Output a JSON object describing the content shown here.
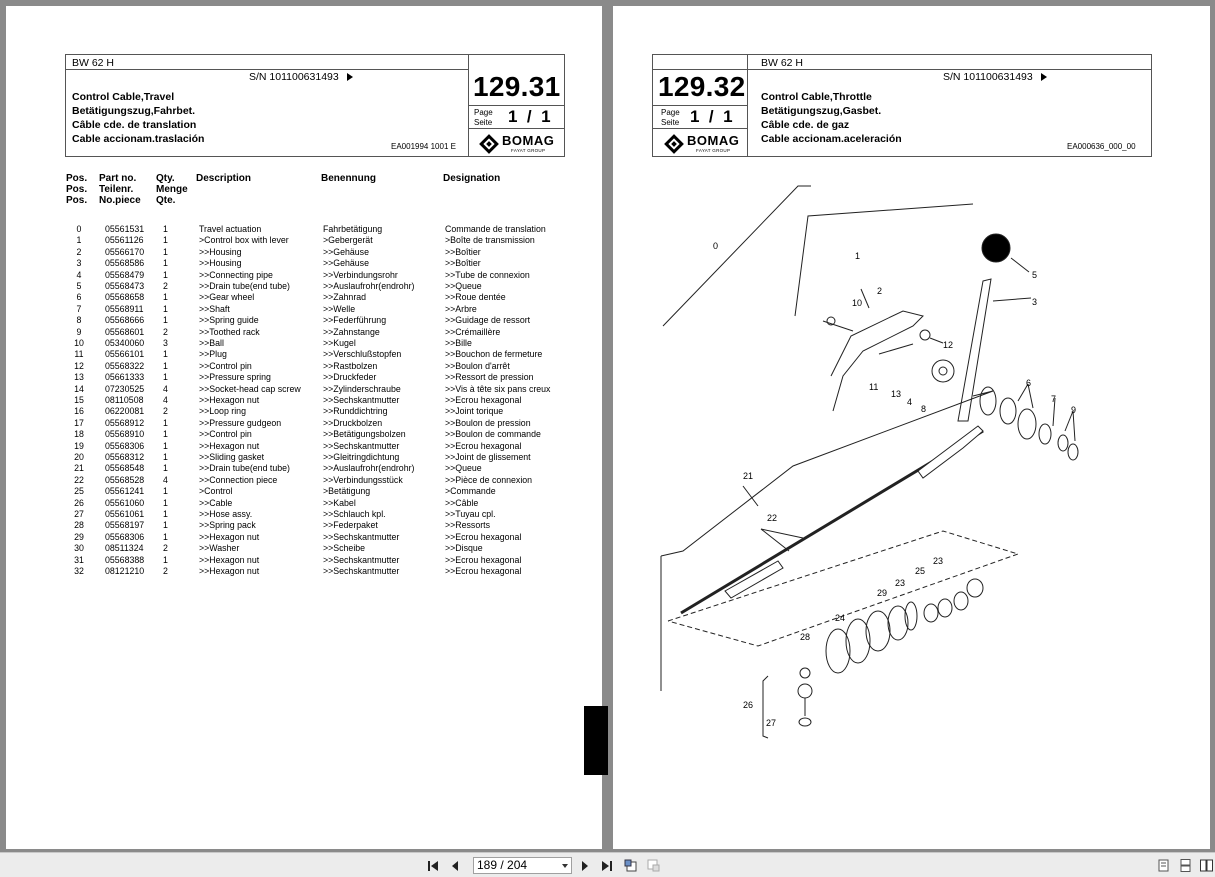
{
  "viewer": {
    "page_indicator": "189 / 204",
    "nav": {
      "first": "first-page",
      "prev": "previous-page",
      "next": "next-page",
      "last": "last-page"
    }
  },
  "left_page": {
    "model": "BW 62 H",
    "serial": "S/N 101100631493",
    "page_number": "129.31",
    "page_label_1": "Page",
    "page_label_2": "Seite",
    "page_of": "1  /  1",
    "titles": [
      "Control Cable,Travel",
      "Betätigungszug,Fahrbet.",
      "Câble cde. de translation",
      "Cable accionam.traslación"
    ],
    "ea_code": "EA001994 1001 E",
    "brand": "BOMAG",
    "brand_sub": "FAYAT GROUP",
    "columns": {
      "pos": [
        "Pos.",
        "Pos.",
        "Pos."
      ],
      "part": [
        "Part no.",
        "Teilenr.",
        "No.piece"
      ],
      "qty": [
        "Qty.",
        "Menge",
        "Qte."
      ],
      "description": "Description",
      "benennung": "Benennung",
      "designation": "Designation"
    },
    "rows": [
      [
        "0",
        "05561531",
        "1",
        "Travel actuation",
        "Fahrbetätigung",
        "Commande de translation"
      ],
      [
        "1",
        "05561126",
        "1",
        ">Control box with lever",
        ">Gebergerät",
        ">Boîte de transmission"
      ],
      [
        "2",
        "05566170",
        "1",
        ">>Housing",
        ">>Gehäuse",
        ">>Boîtier"
      ],
      [
        "3",
        "05568586",
        "1",
        ">>Housing",
        ">>Gehäuse",
        ">>Boîtier"
      ],
      [
        "4",
        "05568479",
        "1",
        ">>Connecting pipe",
        ">>Verbindungsrohr",
        ">>Tube de connexion"
      ],
      [
        "5",
        "05568473",
        "2",
        ">>Drain tube(end tube)",
        ">>Auslaufrohr(endrohr)",
        ">>Queue"
      ],
      [
        "6",
        "05568658",
        "1",
        ">>Gear wheel",
        ">>Zahnrad",
        ">>Roue dentée"
      ],
      [
        "7",
        "05568911",
        "1",
        ">>Shaft",
        ">>Welle",
        ">>Arbre"
      ],
      [
        "8",
        "05568666",
        "1",
        ">>Spring guide",
        ">>Federführung",
        ">>Guidage de ressort"
      ],
      [
        "9",
        "05568601",
        "2",
        ">>Toothed rack",
        ">>Zahnstange",
        ">>Crémaillère"
      ],
      [
        "10",
        "05340060",
        "3",
        ">>Ball",
        ">>Kugel",
        ">>Bille"
      ],
      [
        "11",
        "05566101",
        "1",
        ">>Plug",
        ">>Verschlußstopfen",
        ">>Bouchon de fermeture"
      ],
      [
        "12",
        "05568322",
        "1",
        ">>Control pin",
        ">>Rastbolzen",
        ">>Boulon d'arrêt"
      ],
      [
        "13",
        "05661333",
        "1",
        ">>Pressure spring",
        ">>Druckfeder",
        ">>Ressort de pression"
      ],
      [
        "14",
        "07230525",
        "4",
        ">>Socket-head cap screw",
        ">>Zylinderschraube",
        ">>Vis à tête six pans creux"
      ],
      [
        "15",
        "08110508",
        "4",
        ">>Hexagon nut",
        ">>Sechskantmutter",
        ">>Ecrou hexagonal"
      ],
      [
        "16",
        "06220081",
        "2",
        ">>Loop ring",
        ">>Runddichtring",
        ">>Joint torique"
      ],
      [
        "17",
        "05568912",
        "1",
        ">>Pressure gudgeon",
        ">>Druckbolzen",
        ">>Boulon de pression"
      ],
      [
        "18",
        "05568910",
        "1",
        ">>Control pin",
        ">>Betätigungsbolzen",
        ">>Boulon de commande"
      ],
      [
        "19",
        "05568306",
        "1",
        ">>Hexagon nut",
        ">>Sechskantmutter",
        ">>Ecrou hexagonal"
      ],
      [
        "20",
        "05568312",
        "1",
        ">>Sliding gasket",
        ">>Gleitringdichtung",
        ">>Joint de glissement"
      ],
      [
        "21",
        "05568548",
        "1",
        ">>Drain tube(end tube)",
        ">>Auslaufrohr(endrohr)",
        ">>Queue"
      ],
      [
        "22",
        "05568528",
        "4",
        ">>Connection piece",
        ">>Verbindungsstück",
        ">>Pièce de connexion"
      ],
      [
        "25",
        "05561241",
        "1",
        ">Control",
        ">Betätigung",
        ">Commande"
      ],
      [
        "26",
        "05561060",
        "1",
        ">>Cable",
        ">>Kabel",
        ">>Câble"
      ],
      [
        "27",
        "05561061",
        "1",
        ">>Hose assy.",
        ">>Schlauch kpl.",
        ">>Tuyau cpl."
      ],
      [
        "28",
        "05568197",
        "1",
        ">>Spring pack",
        ">>Federpaket",
        ">>Ressorts"
      ],
      [
        "29",
        "05568306",
        "1",
        ">>Hexagon nut",
        ">>Sechskantmutter",
        ">>Ecrou hexagonal"
      ],
      [
        "30",
        "08511324",
        "2",
        ">>Washer",
        ">>Scheibe",
        ">>Disque"
      ],
      [
        "31",
        "05568388",
        "1",
        ">>Hexagon nut",
        ">>Sechskantmutter",
        ">>Ecrou hexagonal"
      ],
      [
        "32",
        "08121210",
        "2",
        ">>Hexagon nut",
        ">>Sechskantmutter",
        ">>Ecrou hexagonal"
      ]
    ]
  },
  "right_page": {
    "model": "BW 62 H",
    "serial": "S/N 101100631493",
    "page_number": "129.32",
    "page_label_1": "Page",
    "page_label_2": "Seite",
    "page_of": "1  /  1",
    "titles": [
      "Control Cable,Throttle",
      "Betätigungszug,Gasbet.",
      "Câble cde. de gaz",
      "Cable accionam.aceleración"
    ],
    "ea_code": "EA000636_000_00",
    "brand": "BOMAG",
    "brand_sub": "FAYAT GROUP",
    "callouts": [
      "0",
      "1",
      "2",
      "3",
      "4",
      "5",
      "6",
      "7",
      "8",
      "9",
      "10",
      "11",
      "12",
      "13",
      "21",
      "22",
      "23",
      "23",
      "24",
      "25",
      "26",
      "27",
      "28",
      "29"
    ]
  }
}
